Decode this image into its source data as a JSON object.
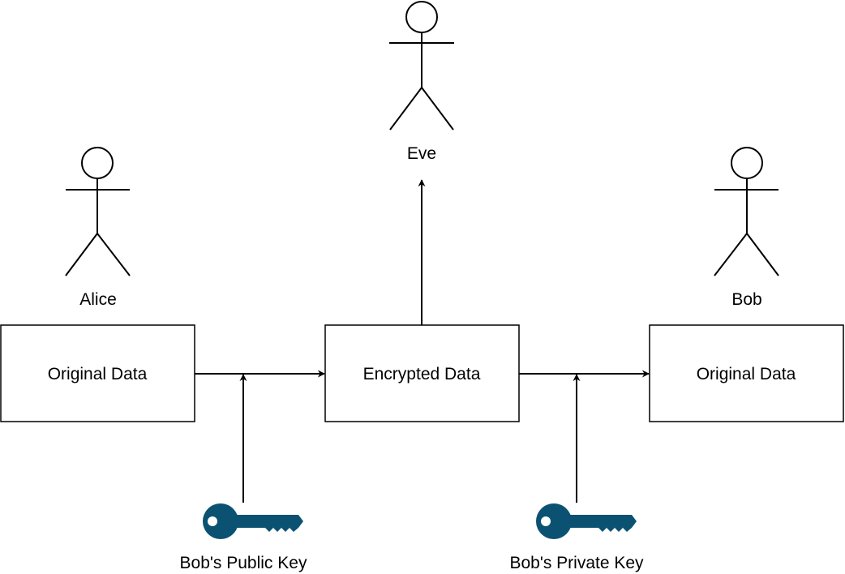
{
  "actors": {
    "alice": "Alice",
    "eve": "Eve",
    "bob": "Bob"
  },
  "boxes": {
    "left": "Original Data",
    "middle": "Encrypted Data",
    "right": "Original Data"
  },
  "keys": {
    "public": "Bob's Public Key",
    "private": "Bob's Private Key"
  },
  "colors": {
    "key": "#0b5272"
  }
}
